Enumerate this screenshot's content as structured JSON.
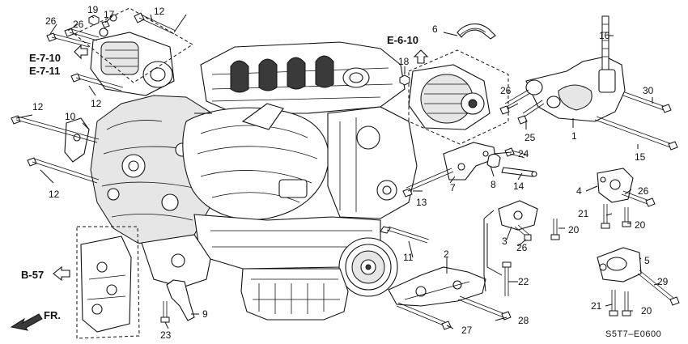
{
  "diagram": {
    "code": "S5T7–E0600",
    "refs": {
      "e710": "E-7-10",
      "e711": "E-7-11",
      "e610": "E-6-10",
      "b57": "B-57",
      "fr": "FR."
    },
    "parts": {
      "p1": "1",
      "p2": "2",
      "p3": "3",
      "p4": "4",
      "p5": "5",
      "p6": "6",
      "p7": "7",
      "p8": "8",
      "p9": "9",
      "p10": "10",
      "p11": "11",
      "p12a": "12",
      "p12b": "12",
      "p12c": "12",
      "p12d": "12",
      "p13": "13",
      "p14": "14",
      "p15": "15",
      "p16": "16",
      "p17": "17",
      "p18": "18",
      "p19": "19",
      "p20a": "20",
      "p20b": "20",
      "p20c": "20",
      "p21a": "21",
      "p21b": "21",
      "p22": "22",
      "p23": "23",
      "p24": "24",
      "p25": "25",
      "p26a": "26",
      "p26b": "26",
      "p26c": "26",
      "p26d": "26",
      "p26e": "26",
      "p27": "27",
      "p28": "28",
      "p29": "29",
      "p30": "30"
    }
  }
}
